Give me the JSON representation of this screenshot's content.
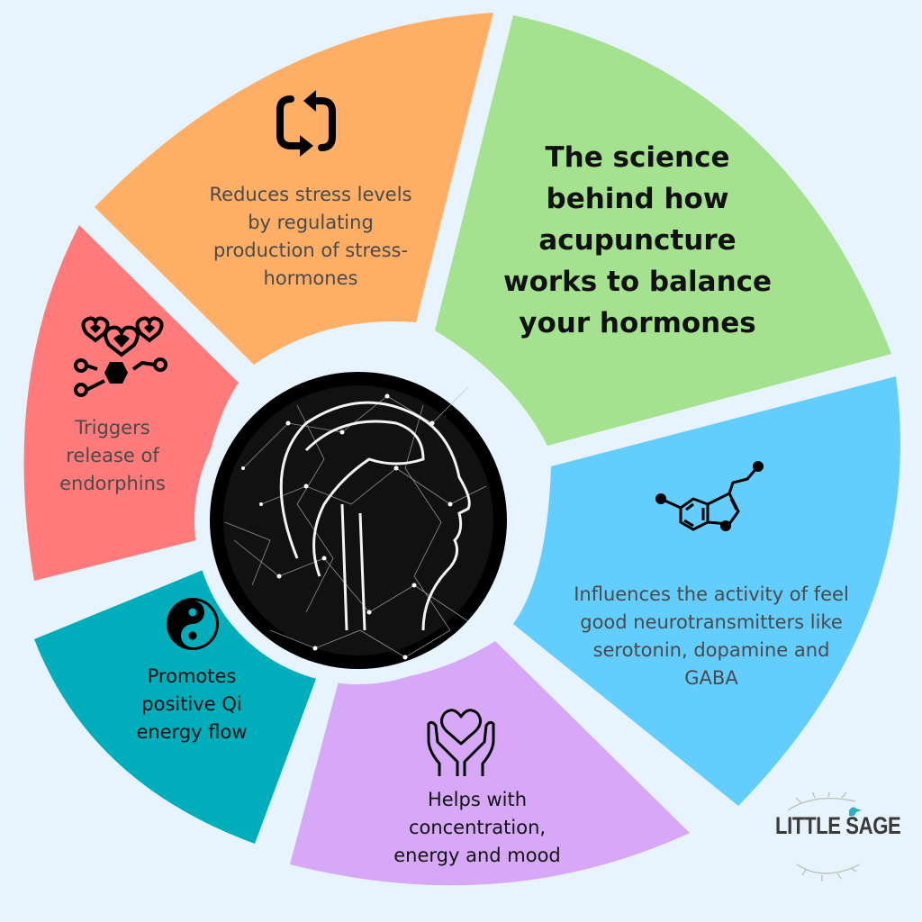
{
  "title": "The science behind how acupuncture works to balance your hormones",
  "title_lines": [
    "The science",
    "behind how",
    "acupuncture",
    "works to balance",
    "your hormones"
  ],
  "colors": {
    "background": "#e8f4fd",
    "orange": "#ffae66",
    "green": "#a5e290",
    "blue": "#63cdfd",
    "purple": "#d6a8f7",
    "teal": "#00aebb",
    "red": "#ff7a7a"
  },
  "segments": [
    {
      "id": "stress",
      "icon": "refresh-cycle-icon",
      "lines": [
        "Reduces stress levels",
        "by regulating",
        "production of stress-",
        "hormones"
      ]
    },
    {
      "id": "endorphins",
      "icon": "hearts-molecule-icon",
      "lines": [
        "Triggers",
        "release of",
        "endorphins"
      ]
    },
    {
      "id": "qi",
      "icon": "yin-yang-icon",
      "lines": [
        "Promotes",
        "positive Qi",
        "energy flow"
      ]
    },
    {
      "id": "mood",
      "icon": "hands-heart-icon",
      "lines": [
        "Helps with",
        "concentration,",
        "energy and mood"
      ]
    },
    {
      "id": "neuro",
      "icon": "serotonin-molecule-icon",
      "lines": [
        "Influences the activity of feel",
        "good neurotransmitters like",
        "serotonin, dopamine and",
        "GABA"
      ]
    }
  ],
  "center_image": "brain-network-head-illustration",
  "logo": {
    "text": "LITTLE SAGE"
  }
}
